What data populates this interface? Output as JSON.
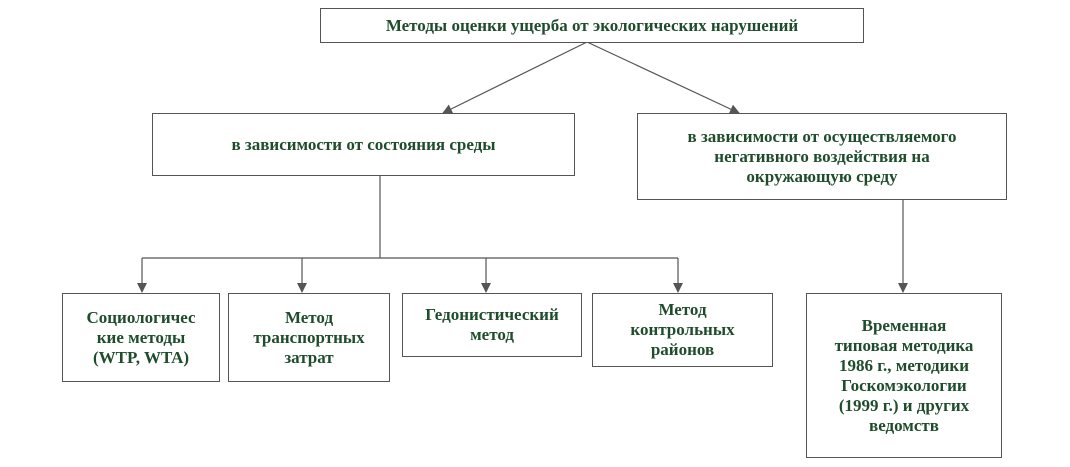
{
  "diagram": {
    "root": {
      "text": "Методы оценки ущерба от экологических нарушений"
    },
    "branches": [
      {
        "text": "в зависимости от состояния среды",
        "children": [
          {
            "text": "Социологичес\nкие методы\n(WTP, WTA)"
          },
          {
            "text": "Метод\nтранспортных\nзатрат"
          },
          {
            "text": "Гедонистический\nметод"
          },
          {
            "text": "Метод\nконтрольных\nрайонов"
          }
        ]
      },
      {
        "text": "в зависимости от осуществляемого\nнегативного воздействия на\nокружающую среду",
        "children": [
          {
            "text": "Временная\nтиповая методика\n1986 г., методики\nГоскомэкологии\n(1999 г.) и других\nведомств"
          }
        ]
      }
    ]
  },
  "colors": {
    "text": "#1f4d2b",
    "border": "#555555",
    "line": "#555555"
  }
}
